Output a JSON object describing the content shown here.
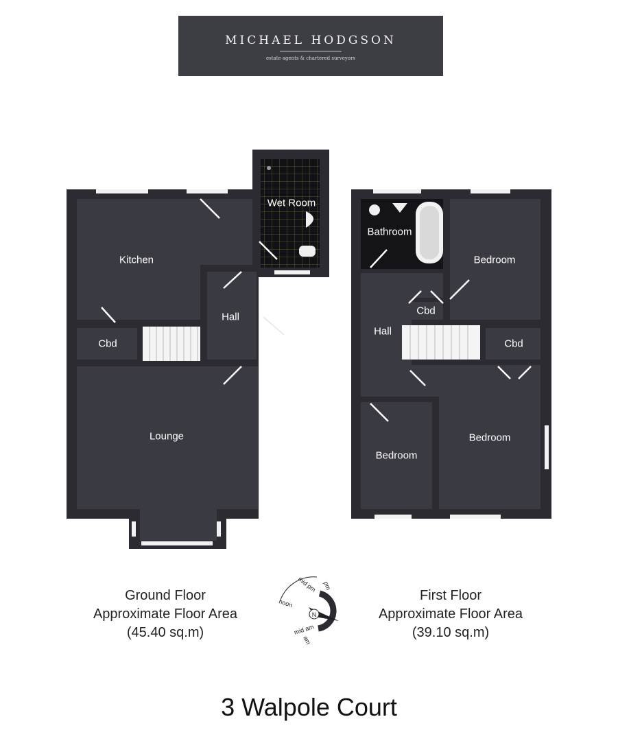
{
  "logo": {
    "name": "MICHAEL HODGSON",
    "tagline": "estate agents & chartered surveyors"
  },
  "ground_floor": {
    "rooms": {
      "kitchen": "Kitchen",
      "wet_room": "Wet Room",
      "hall": "Hall",
      "cbd": "Cbd",
      "lounge": "Lounge"
    },
    "caption": {
      "line1": "Ground Floor",
      "line2": "Approximate Floor Area",
      "line3": "(45.40 sq.m)"
    }
  },
  "first_floor": {
    "rooms": {
      "bathroom": "Bathroom",
      "bedroom_1": "Bedroom",
      "cbd_1": "Cbd",
      "hall": "Hall",
      "cbd_2": "Cbd",
      "bedroom_2": "Bedroom",
      "bedroom_3": "Bedroom"
    },
    "caption": {
      "line1": "First Floor",
      "line2": "Approximate Floor Area",
      "line3": "(39.10 sq.m)"
    }
  },
  "compass": {
    "mid_pm": "mid pm",
    "pm": "pm",
    "noon": "noon",
    "am": "am",
    "mid_am": "mid am",
    "north": "N"
  },
  "address": "3 Walpole Court",
  "colors": {
    "floor": "#3a3a42",
    "wall": "#2b2b31",
    "tile": "#141418"
  }
}
